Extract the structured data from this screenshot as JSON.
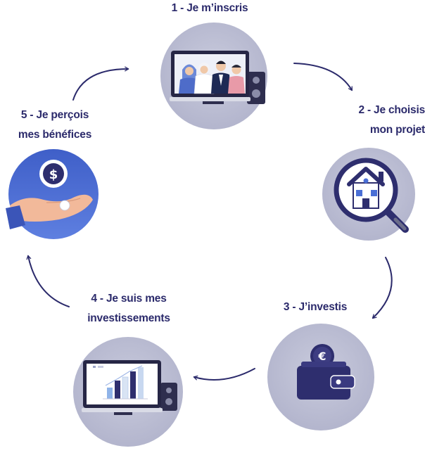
{
  "steps": [
    {
      "number": 1,
      "lines": [
        "1 - Je m’inscris"
      ],
      "icon": "family-computer-icon"
    },
    {
      "number": 2,
      "lines": [
        "2 - Je choisis",
        "mon projet"
      ],
      "icon": "house-magnifier-icon"
    },
    {
      "number": 3,
      "lines": [
        "3 - J’investis"
      ],
      "icon": "wallet-euro-icon"
    },
    {
      "number": 4,
      "lines": [
        "4 - Je suis mes",
        "investissements"
      ],
      "icon": "computer-chart-icon"
    },
    {
      "number": 5,
      "lines": [
        "5 - Je perçois",
        "mes bénéfices"
      ],
      "icon": "hand-dollar-icon"
    }
  ],
  "colors": {
    "text": "#2b2a6b",
    "arrow": "#2b2a6b",
    "circle": "#b9bbd2",
    "navy": "#2e2e6e",
    "accent_blue": "#4a6fd6"
  }
}
